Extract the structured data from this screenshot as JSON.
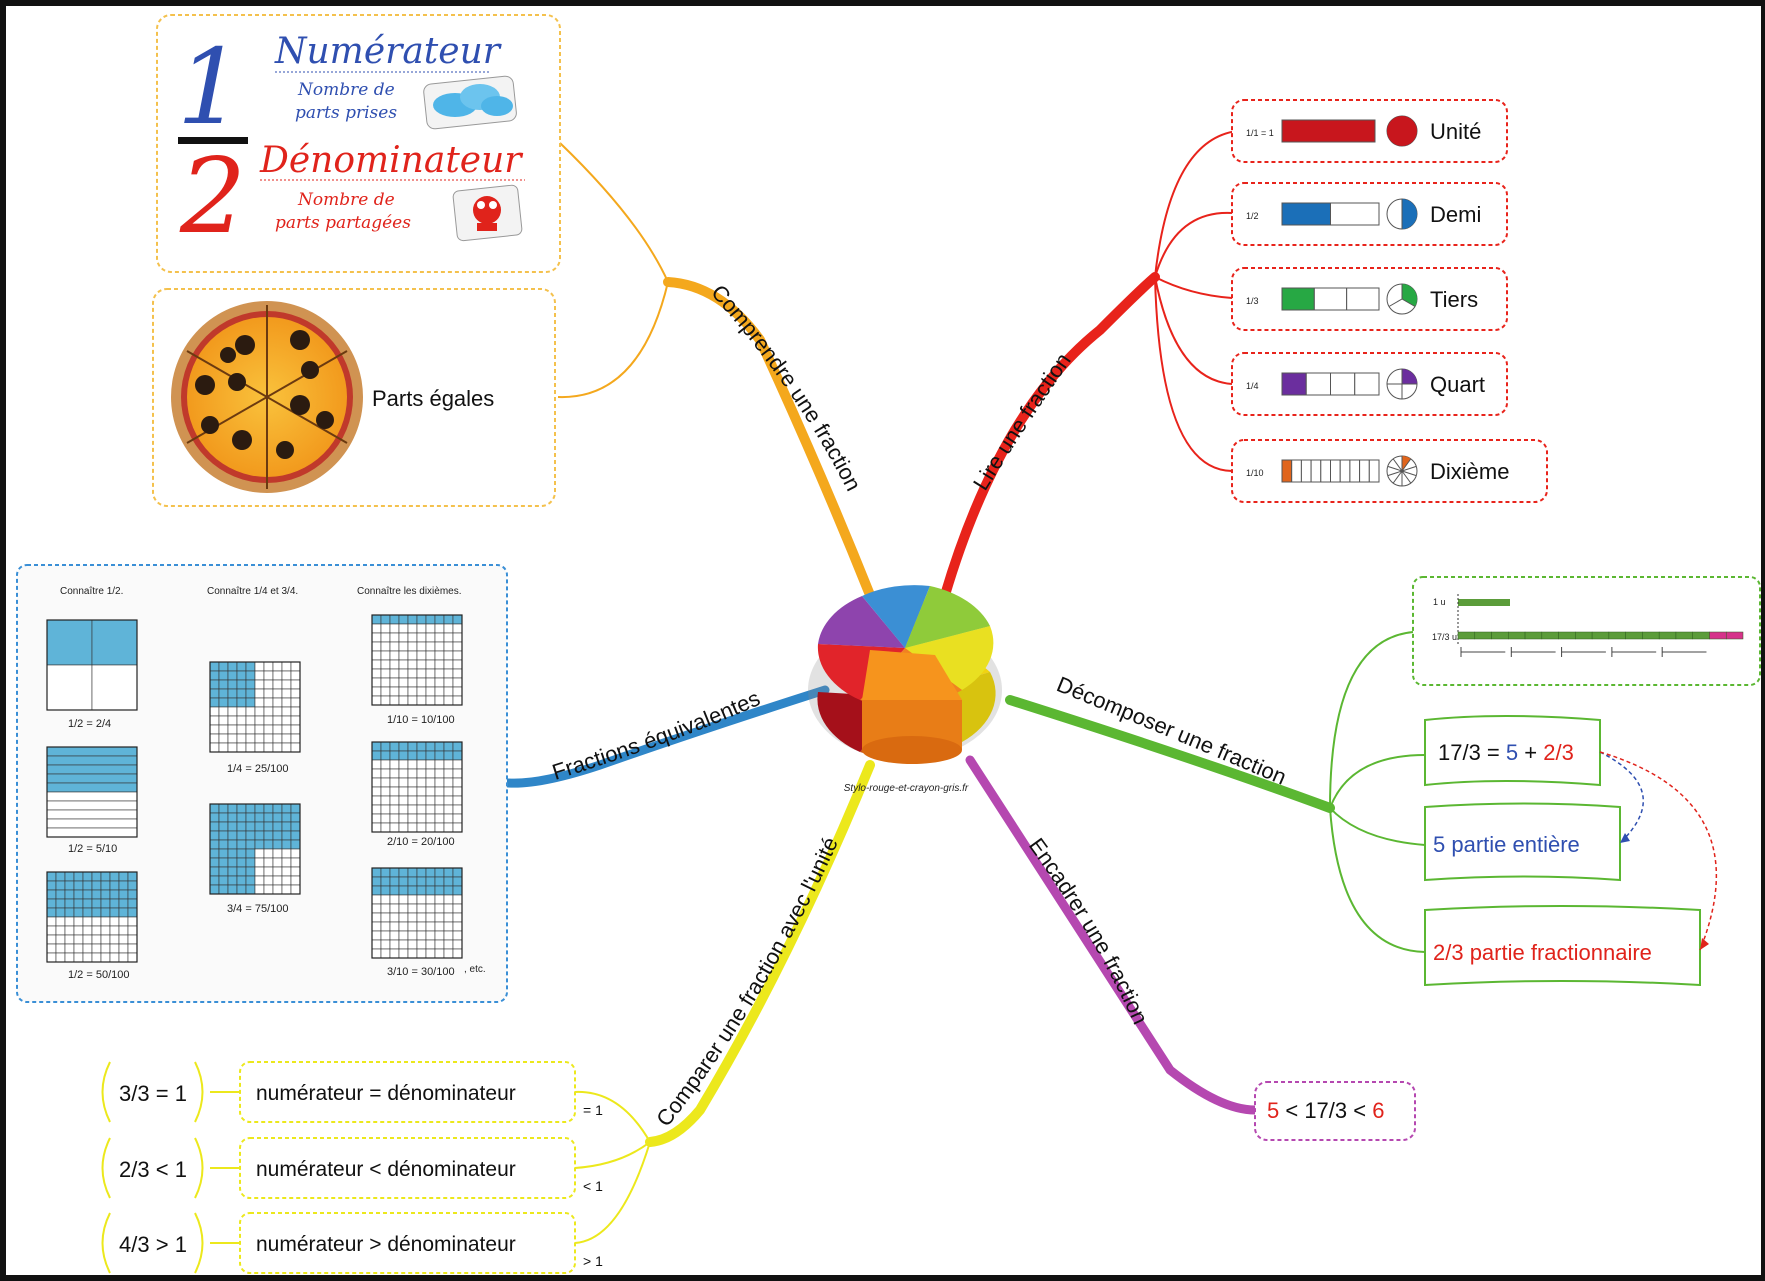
{
  "center": {
    "caption": "Stylo-rouge-et-crayon-gris.fr"
  },
  "branches": {
    "comprendre": {
      "label": "Comprendre une fraction",
      "numerator_digit": "1",
      "numerator_title": "Numérateur",
      "numerator_desc_1": "Nombre de",
      "numerator_desc_2": "parts prises",
      "denominator_digit": "2",
      "denominator_title": "Dénominateur",
      "denominator_desc_1": "Nombre de",
      "denominator_desc_2": "parts partagées",
      "pizza_label": "Parts égales"
    },
    "lire": {
      "label": "Lire une fraction",
      "items": [
        {
          "fraction": "1/1 = 1",
          "name": "Unité",
          "color": "#c8161d",
          "parts": 1
        },
        {
          "fraction": "1/2",
          "name": "Demi",
          "color": "#1b6fb8",
          "parts": 2
        },
        {
          "fraction": "1/3",
          "name": "Tiers",
          "color": "#27a844",
          "parts": 3
        },
        {
          "fraction": "1/4",
          "name": "Quart",
          "color": "#6b2e9e",
          "parts": 4
        },
        {
          "fraction": "1/10",
          "name": "Dixième",
          "color": "#e0651d",
          "parts": 10
        }
      ]
    },
    "equivalentes": {
      "label": "Fractions équivalentes",
      "col1_title": "Connaître 1/2.",
      "col2_title": "Connaître 1/4 et 3/4.",
      "col3_title": "Connaître les dixièmes.",
      "col1_eq": [
        "1/2 = 2/4",
        "1/2 = 5/10",
        "1/2 = 50/100"
      ],
      "col2_eq": [
        "1/4 = 25/100",
        "3/4 = 75/100"
      ],
      "col3_eq": [
        "1/10 = 10/100",
        "2/10 = 20/100",
        "3/10 = 30/100"
      ],
      "etc": ", etc."
    },
    "decomposer": {
      "label": "Décomposer une fraction",
      "ruler_top": "1 u",
      "ruler_label": "17/3 u",
      "equation_prefix": "17/3 = ",
      "equation_whole": "5",
      "equation_plus": " + ",
      "equation_frac": "2/3",
      "whole_part": "5 partie entière",
      "fraction_part": "2/3 partie fractionnaire"
    },
    "encadrer": {
      "label": "Encadrer une fraction",
      "low": "5",
      "mid": " < 17/3 < ",
      "high": "6"
    },
    "comparer": {
      "label": "Comparer une fraction avec l'unité",
      "rows": [
        {
          "example": "3/3 = 1",
          "rule": "numérateur = dénominateur",
          "tag": "= 1"
        },
        {
          "example": "2/3 < 1",
          "rule": "numérateur < dénominateur",
          "tag": "< 1"
        },
        {
          "example": "4/3 > 1",
          "rule": "numérateur > dénominateur",
          "tag": "> 1"
        }
      ]
    }
  },
  "colors": {
    "comprendre": "#f4a81d",
    "lire": "#e8231b",
    "equivalentes": "#2f86c8",
    "decomposer": "#5bb732",
    "encadrer": "#b548b0",
    "comparer": "#ece81c",
    "blue_text": "#2f4fb0",
    "red_text": "#e0231b",
    "grid_fill": "#5fb4d8"
  }
}
